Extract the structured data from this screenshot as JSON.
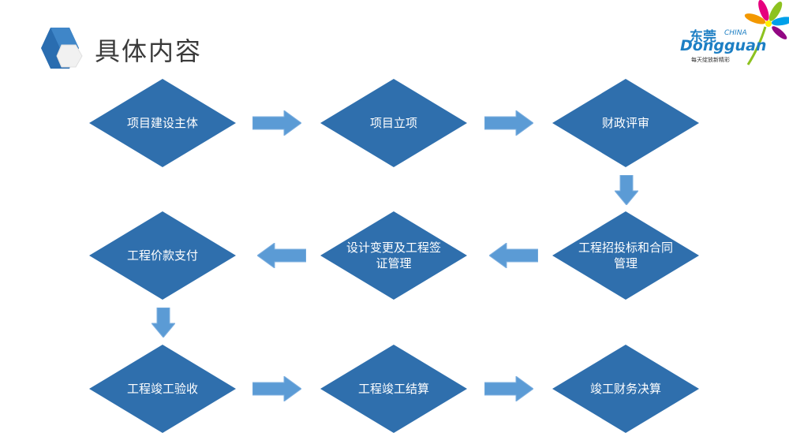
{
  "header": {
    "title": "具体内容",
    "icon": "hexagon-cube-icon"
  },
  "logo": {
    "cn": "东莞",
    "en": "CHINA",
    "name": "Dongguan",
    "slogan": "每天绽放新精彩"
  },
  "colors": {
    "node_fill": "#2f6fad",
    "arrow_fill": "#5b9bd5",
    "title_text": "#3a3a3a",
    "icon_blue": "#2a6db0"
  },
  "flow": {
    "nodes": [
      {
        "label": "项目建设主体"
      },
      {
        "label": "项目立项"
      },
      {
        "label": "财政评审"
      },
      {
        "label": "工程价款支付"
      },
      {
        "label": "设计变更及工程签证管理"
      },
      {
        "label": "工程招投标和合同管理"
      },
      {
        "label": "工程竣工验收"
      },
      {
        "label": "工程竣工结算"
      },
      {
        "label": "竣工财务决算"
      }
    ]
  }
}
